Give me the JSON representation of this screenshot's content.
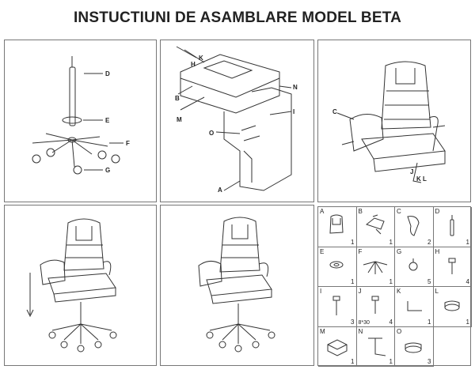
{
  "title": "INSTUCTIUNI DE ASAMBLARE MODEL BETA",
  "step1": {
    "labels": [
      "D",
      "E",
      "F",
      "G"
    ]
  },
  "step2": {
    "labels": [
      "K",
      "H",
      "B",
      "M",
      "N",
      "I",
      "O",
      "A"
    ]
  },
  "step3": {
    "labels": [
      "C",
      "J",
      "K",
      "L"
    ]
  },
  "parts": [
    {
      "letter": "A",
      "qty": "1",
      "spec": ""
    },
    {
      "letter": "B",
      "qty": "1",
      "spec": ""
    },
    {
      "letter": "C",
      "qty": "2",
      "spec": ""
    },
    {
      "letter": "D",
      "qty": "1",
      "spec": ""
    },
    {
      "letter": "E",
      "qty": "1",
      "spec": ""
    },
    {
      "letter": "F",
      "qty": "1",
      "spec": ""
    },
    {
      "letter": "G",
      "qty": "5",
      "spec": ""
    },
    {
      "letter": "H",
      "qty": "4",
      "spec": ""
    },
    {
      "letter": "I",
      "qty": "3",
      "spec": ""
    },
    {
      "letter": "J",
      "qty": "4",
      "spec": "8*30"
    },
    {
      "letter": "K",
      "qty": "1",
      "spec": ""
    },
    {
      "letter": "L",
      "qty": "1",
      "spec": ""
    },
    {
      "letter": "M",
      "qty": "1",
      "spec": ""
    },
    {
      "letter": "N",
      "qty": "1",
      "spec": ""
    },
    {
      "letter": "O",
      "qty": "3",
      "spec": ""
    }
  ]
}
